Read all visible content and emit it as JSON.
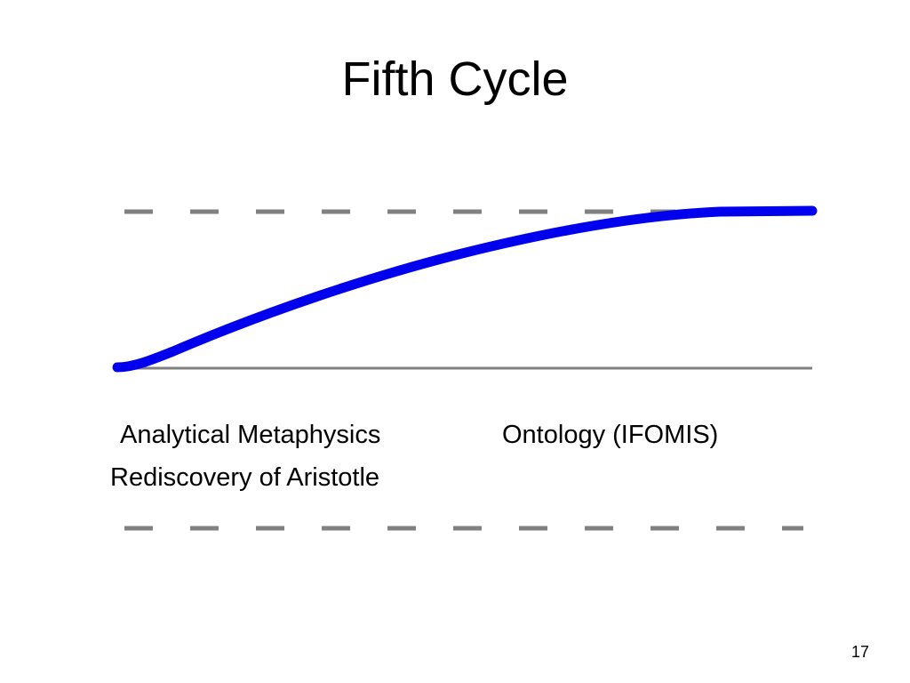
{
  "slide": {
    "title": "Fifth Cycle",
    "labels": {
      "left_line_1": "Analytical Metaphysics",
      "left_line_2": "Rediscovery of Aristotle",
      "right": "Ontology (IFOMIS)"
    },
    "page_number": "17"
  },
  "colors": {
    "curve": "#0000ee",
    "baseline": "#808080",
    "dashes": "#808080",
    "text": "#000000",
    "background": "#ffffff"
  },
  "diagram": {
    "curve_shape": "rising s-curve plateauing at upper dashed line"
  }
}
